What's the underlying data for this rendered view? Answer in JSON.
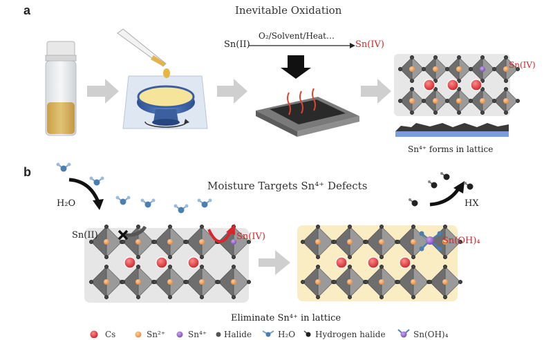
{
  "panel_a": {
    "letter": "a",
    "title": "Inevitable Oxidation",
    "reaction_left": "Sn(II)",
    "reaction_conditions": "O₂/Solvent/Heat…",
    "reaction_right": "Sn(IV)",
    "lattice_label": "Sn(IV)",
    "caption": "Sn⁴⁺ forms in lattice"
  },
  "panel_b": {
    "letter": "b",
    "title": "Moisture Targets Sn⁴⁺ Defects",
    "water_label": "H₂O",
    "hx_label": "HX",
    "left_label": "Sn(II)",
    "defect_label": "Sn(IV)",
    "product_label": "Sn(OH)₄",
    "caption": "Eliminate Sn⁴⁺ in lattice"
  },
  "legend": {
    "items": [
      {
        "label": "Cs",
        "color": "#d8262a"
      },
      {
        "label": "Sn²⁺",
        "color": "#f09a4a"
      },
      {
        "label": "Sn⁴⁺",
        "color": "#8a5bc0"
      },
      {
        "label": "Halide",
        "color": "#555555"
      },
      {
        "label": "H₂O",
        "color": "#4a7fb0"
      },
      {
        "label": "Hydrogen halide",
        "color": "#222222"
      },
      {
        "label": "Sn(OH)₄",
        "color": "#8a5bc0"
      }
    ]
  },
  "colors": {
    "arrow_gray": "#c8c8c8",
    "highlight_red": "#d8262a",
    "lattice_bg": "#e6e6e6",
    "product_bg": "#faedc4",
    "film_blue": "#7a9fd8",
    "solution_yellow": "#d9b45a"
  }
}
